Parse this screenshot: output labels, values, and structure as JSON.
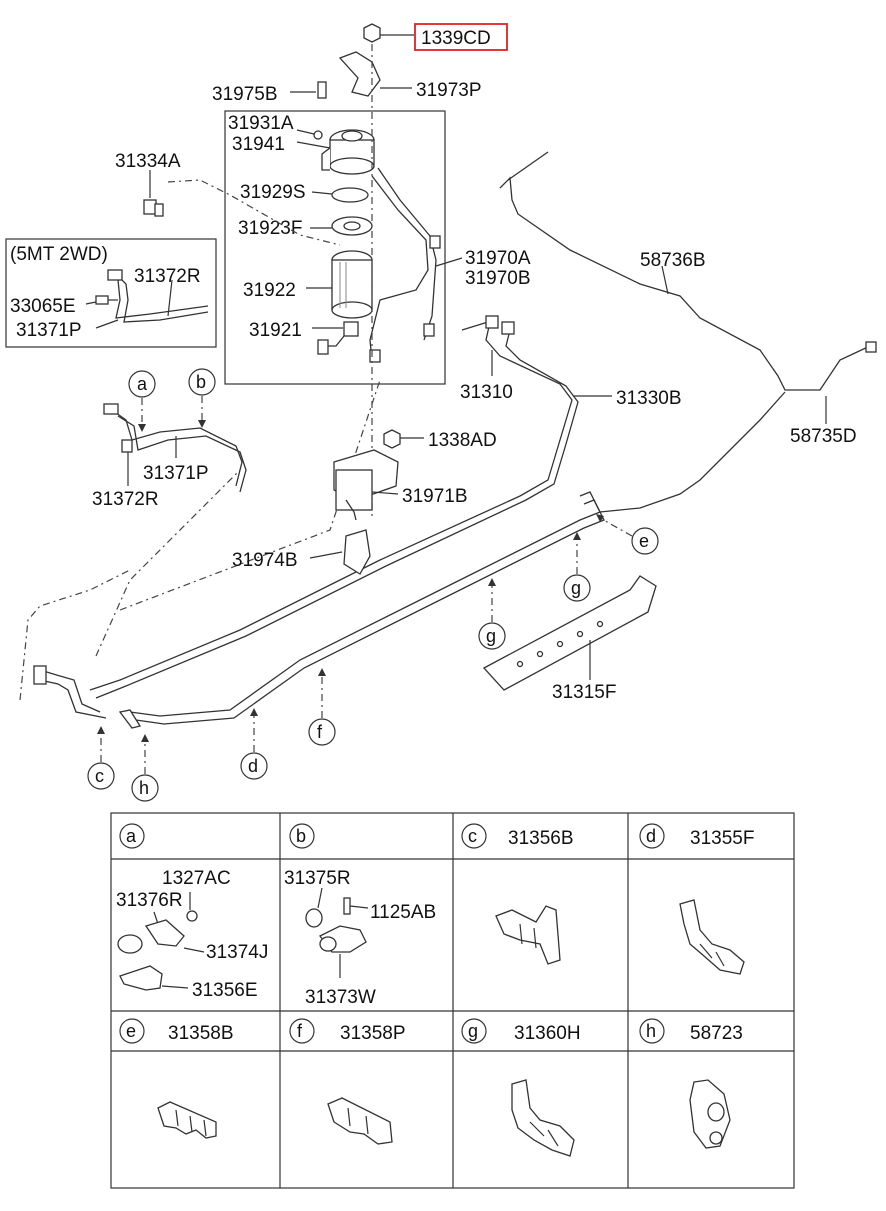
{
  "callout": {
    "highlight_color": "#e02020"
  },
  "labels": {
    "p1339CD": "1339CD",
    "p31973P": "31973P",
    "p31975B": "31975B",
    "p31931A": "31931A",
    "p31941": "31941",
    "p31334A": "31334A",
    "p31929S": "31929S",
    "p31923F": "31923F",
    "p31970A": "31970A",
    "p31970B": "31970B",
    "p31922": "31922",
    "p31921": "31921",
    "variant": "(5MT 2WD)",
    "p31372R_a": "31372R",
    "p33065E": "33065E",
    "p31371P_a": "31371P",
    "p58736B": "58736B",
    "p58735D": "58735D",
    "p31310": "31310",
    "p31330B": "31330B",
    "p1338AD": "1338AD",
    "p31971B": "31971B",
    "p31371P_b": "31371P",
    "p31372R_b": "31372R",
    "p31974B": "31974B",
    "p31315F": "31315F"
  },
  "markers": {
    "a": "a",
    "b": "b",
    "c": "c",
    "d": "d",
    "e": "e",
    "f": "f",
    "g1": "g",
    "g2": "g",
    "h": "h"
  },
  "table": {
    "cells": [
      {
        "letter": "a",
        "part": ""
      },
      {
        "letter": "b",
        "part": ""
      },
      {
        "letter": "c",
        "part": "31356B"
      },
      {
        "letter": "d",
        "part": "31355F"
      },
      {
        "letter": "e",
        "part": "31358B"
      },
      {
        "letter": "f",
        "part": "31358P"
      },
      {
        "letter": "g",
        "part": "31360H"
      },
      {
        "letter": "h",
        "part": "58723"
      }
    ],
    "a_parts": {
      "p1": "1327AC",
      "p2": "31376R",
      "p3": "31374J",
      "p4": "31356E"
    },
    "b_parts": {
      "p1": "31375R",
      "p2": "1125AB",
      "p3": "31373W"
    }
  }
}
